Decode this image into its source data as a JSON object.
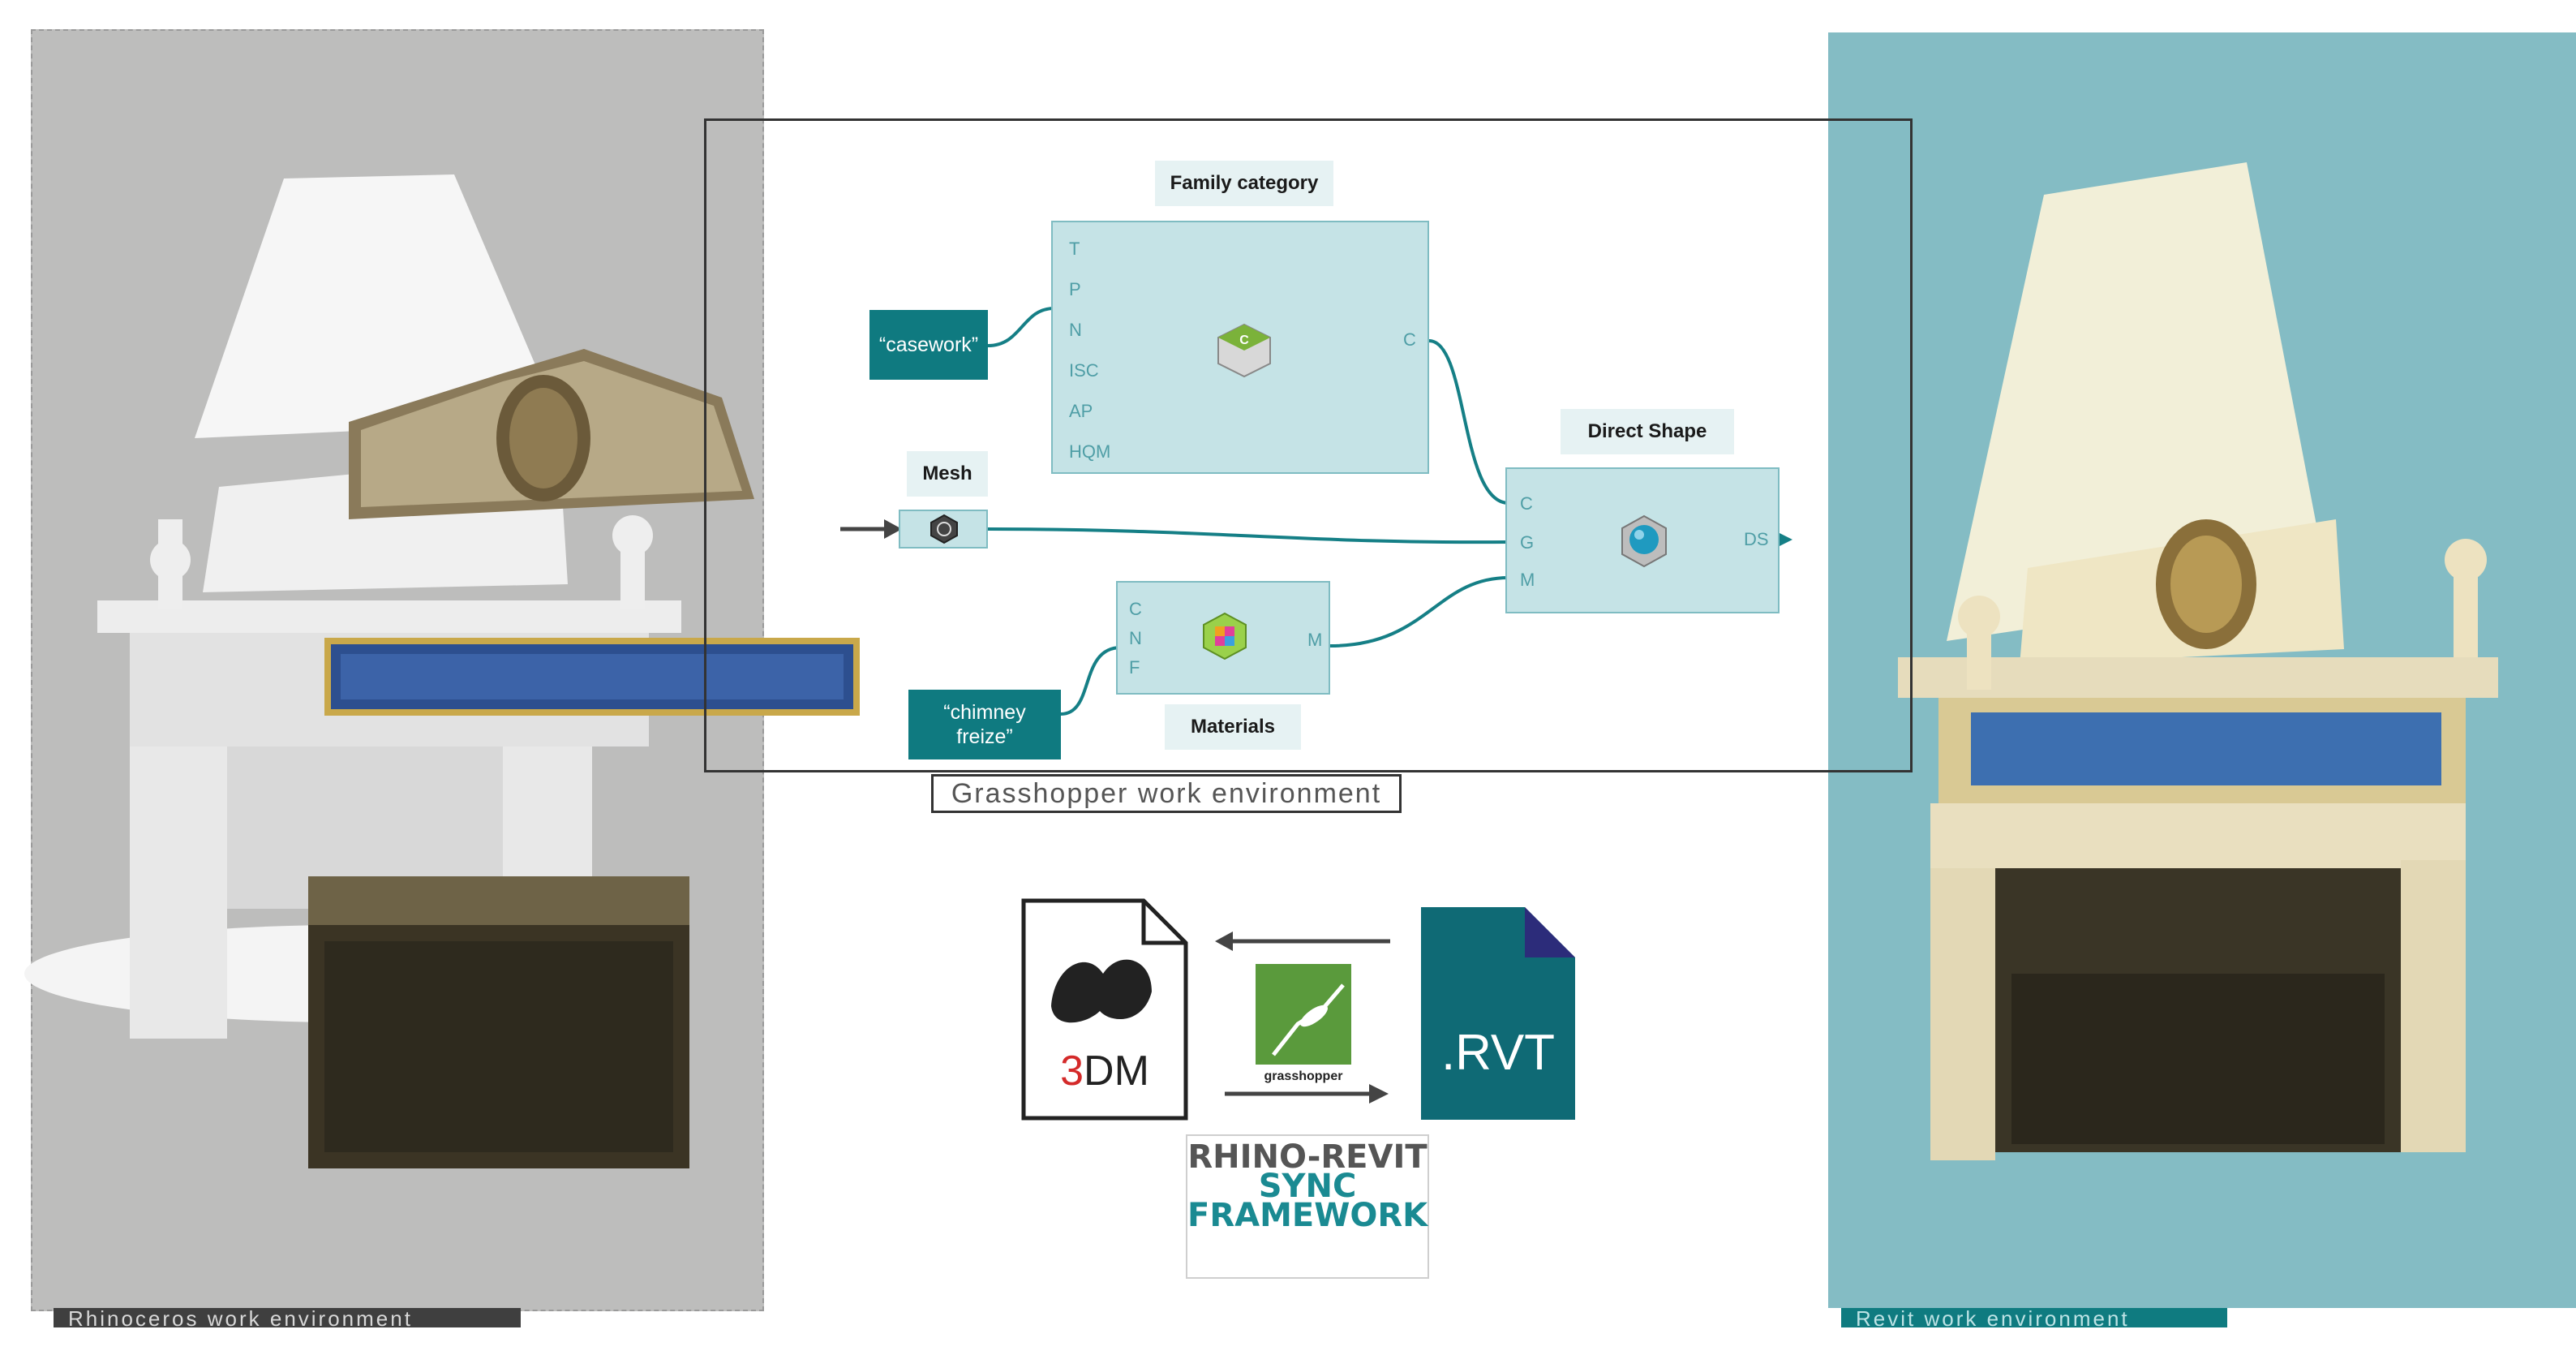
{
  "environments": {
    "rhino_label": "Rhinoceros work environment",
    "revit_label": "Revit work environment",
    "grasshopper_label": "Grasshopper work environment"
  },
  "components": {
    "family_category": {
      "title": "Family category",
      "inputs": [
        "T",
        "P",
        "N",
        "ISC",
        "AP",
        "HQM"
      ],
      "output": "C"
    },
    "mesh": {
      "title": "Mesh"
    },
    "direct_shape": {
      "title": "Direct Shape",
      "inputs": [
        "C",
        "G",
        "M"
      ],
      "output": "DS"
    },
    "materials": {
      "title": "Materials",
      "inputs": [
        "C",
        "N",
        "F"
      ],
      "output": "M"
    }
  },
  "params": {
    "casework": "“casework”",
    "chimney_line1": "“chimney",
    "chimney_line2": "freize”"
  },
  "files": {
    "rhino_ext_prefix": "3",
    "rhino_ext_suffix": "DM",
    "revit_ext": ".RVT",
    "grasshopper_caption": "grasshopper"
  },
  "logo": {
    "line1": "RHINO-REVIT",
    "line2": "SYNC",
    "line3": "FRAMEWORK"
  },
  "colors": {
    "teal": "#0f7a80",
    "component_fill": "#c5e3e6",
    "revit_bg": "#84bcc4",
    "rhino_bg": "#bdbdbc",
    "rhino_red": "#d42a2a",
    "grasshopper_green": "#5a9a3c"
  }
}
